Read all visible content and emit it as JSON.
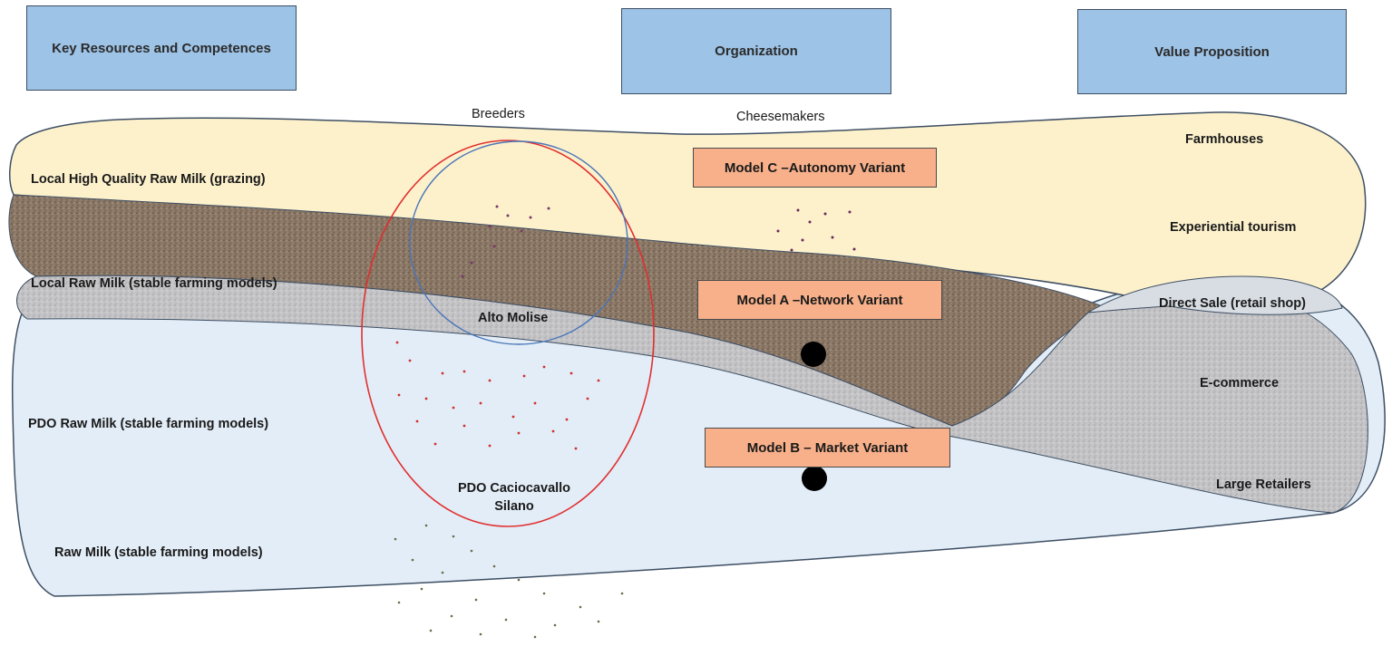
{
  "headers": {
    "resources": "Key Resources and Competences",
    "organization": "Organization",
    "value_proposition": "Value Proposition"
  },
  "actors": {
    "breeders": "Breeders",
    "cheesemakers": "Cheesemakers"
  },
  "resources": {
    "local_hq": "Local High Quality Raw Milk (grazing)",
    "local_raw": "Local Raw Milk (stable farming models)",
    "pdo_raw": "PDO Raw Milk (stable farming models)",
    "raw": "Raw Milk (stable farming models)"
  },
  "regions": {
    "alto_molise": "Alto Molise",
    "pdo_line1": "PDO Caciocavallo",
    "pdo_line2": "Silano"
  },
  "models": {
    "c": "Model C –Autonomy Variant",
    "a": "Model A –Network Variant",
    "b": "Model B – Market Variant"
  },
  "value": {
    "farmhouses": "Farmhouses",
    "tourism": "Experiential tourism",
    "direct_sale": "Direct Sale (retail shop)",
    "ecommerce": "E-commerce",
    "retailers": "Large Retailers"
  },
  "colors": {
    "header_fill": "#9dc3e6",
    "model_fill": "#f7b08a",
    "cream_band": "#fdf1cc",
    "blue_band": "#e3edf7",
    "gray_band": "#c9c9c9",
    "brown_band": "#8d7b6a",
    "alto_molise_circle": "#4a76b8",
    "pdo_ellipse": "#e03030"
  }
}
